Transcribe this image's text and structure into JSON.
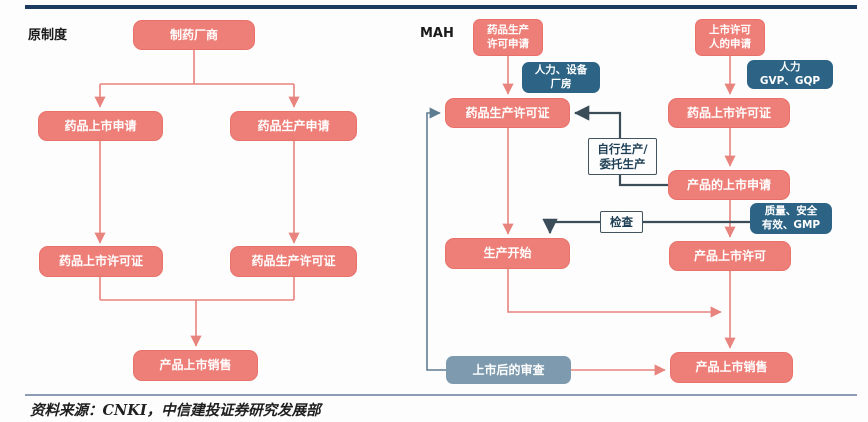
{
  "diagram": {
    "old_system": {
      "label": "原制度",
      "nodes": {
        "manufacturer": "制药厂商",
        "market_application": "药品上市申请",
        "production_application": "药品生产申请",
        "market_license": "药品上市许可证",
        "production_license": "药品生产许可证",
        "product_launch": "产品上市销售"
      }
    },
    "mah": {
      "label": "MAH",
      "nodes": {
        "production_license_application": "药品生产\n许可申请",
        "holder_application": "上市许可\n人的申请",
        "manpower_equipment": "人力、设备\n厂房",
        "manpower_gvp": "人力\nGVP、GQP",
        "production_license": "药品生产许可证",
        "market_license": "药品上市许可证",
        "self_or_entrusted": "自行生产/\n委托生产",
        "product_market_application": "产品的上市申请",
        "inspection": "检查",
        "quality_safety": "质量、安全\n有效、GMP",
        "production_start": "生产开始",
        "product_market_license": "产品上市许可",
        "post_market_review": "上市后的审查",
        "product_launch": "产品上市销售"
      }
    }
  },
  "footer": {
    "source": "资料来源：CNKI，中信建投证券研究发展部"
  },
  "colors": {
    "node_pink": "#ee7f78",
    "node_dark_blue": "#2d6486",
    "node_slate_blue": "#7d9aae",
    "line_pink": "#e8837d",
    "line_dark": "#3a4d59",
    "line_loop": "#5f7d92",
    "top_bar": "#1b3a5f",
    "footer_rule": "#8c9cb2"
  }
}
